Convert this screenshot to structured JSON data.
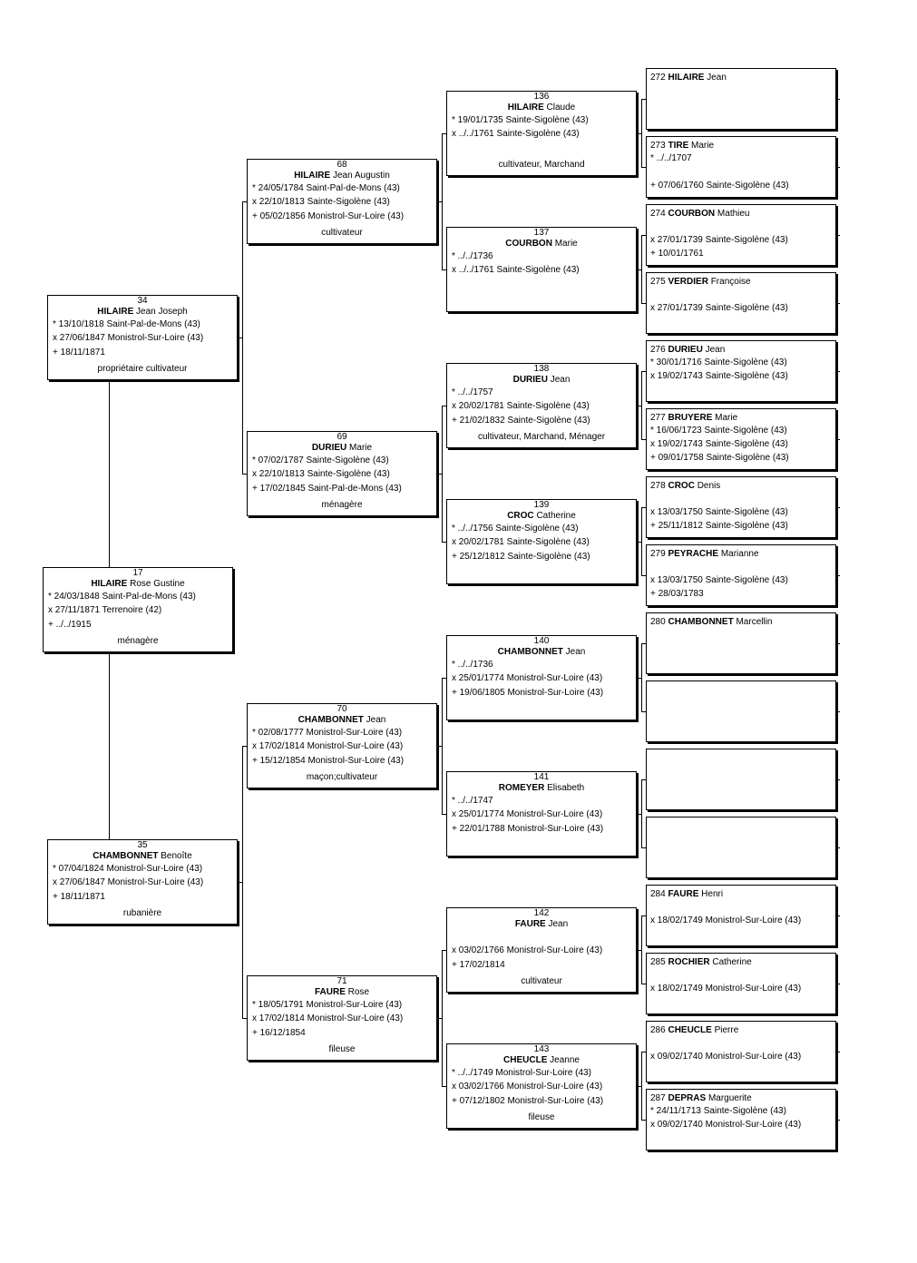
{
  "gen1": [
    {
      "num": "17",
      "surname": "HILAIRE",
      "given": "Rose Gustine",
      "birth": "* 24/03/1848 Saint-Pal-de-Mons (43)",
      "marriage": "x 27/11/1871 Terrenoire (42)",
      "death": "+ ../../1915",
      "occupation": "ménagère"
    }
  ],
  "gen2": [
    {
      "num": "34",
      "surname": "HILAIRE",
      "given": "Jean Joseph",
      "birth": "* 13/10/1818 Saint-Pal-de-Mons (43)",
      "marriage": "x 27/06/1847 Monistrol-Sur-Loire (43)",
      "death": "+ 18/11/1871",
      "occupation": "propriétaire cultivateur"
    },
    {
      "num": "35",
      "surname": "CHAMBONNET",
      "given": "Benoîte",
      "birth": "* 07/04/1824 Monistrol-Sur-Loire (43)",
      "marriage": "x 27/06/1847 Monistrol-Sur-Loire (43)",
      "death": "+ 18/11/1871",
      "occupation": "rubanière"
    }
  ],
  "gen3": [
    {
      "num": "68",
      "surname": "HILAIRE",
      "given": "Jean Augustin",
      "birth": "* 24/05/1784 Saint-Pal-de-Mons (43)",
      "marriage": "x 22/10/1813 Sainte-Sigolène (43)",
      "death": "+ 05/02/1856 Monistrol-Sur-Loire (43)",
      "occupation": "cultivateur"
    },
    {
      "num": "69",
      "surname": "DURIEU",
      "given": "Marie",
      "birth": "* 07/02/1787 Sainte-Sigolène (43)",
      "marriage": "x 22/10/1813 Sainte-Sigolène (43)",
      "death": "+ 17/02/1845 Saint-Pal-de-Mons (43)",
      "occupation": "ménagère"
    },
    {
      "num": "70",
      "surname": "CHAMBONNET",
      "given": "Jean",
      "birth": "* 02/08/1777 Monistrol-Sur-Loire (43)",
      "marriage": "x 17/02/1814 Monistrol-Sur-Loire (43)",
      "death": "+ 15/12/1854 Monistrol-Sur-Loire (43)",
      "occupation": "maçon;cultivateur"
    },
    {
      "num": "71",
      "surname": "FAURE",
      "given": "Rose",
      "birth": "* 18/05/1791 Monistrol-Sur-Loire (43)",
      "marriage": "x 17/02/1814 Monistrol-Sur-Loire (43)",
      "death": "+ 16/12/1854",
      "occupation": "fileuse"
    }
  ],
  "gen4": [
    {
      "num": "136",
      "surname": "HILAIRE",
      "given": "Claude",
      "birth": "* 19/01/1735 Sainte-Sigolène (43)",
      "marriage": "x ../../1761 Sainte-Sigolène (43)",
      "death": "",
      "occupation": "cultivateur, Marchand"
    },
    {
      "num": "137",
      "surname": "COURBON",
      "given": "Marie",
      "birth": "* ../../1736",
      "marriage": "x ../../1761 Sainte-Sigolène (43)",
      "death": "",
      "occupation": ""
    },
    {
      "num": "138",
      "surname": "DURIEU",
      "given": "Jean",
      "birth": "* ../../1757",
      "marriage": "x 20/02/1781 Sainte-Sigolène (43)",
      "death": "+ 21/02/1832 Sainte-Sigolène (43)",
      "occupation": "cultivateur, Marchand, Ménager"
    },
    {
      "num": "139",
      "surname": "CROC",
      "given": "Catherine",
      "birth": "* ../../1756 Sainte-Sigolène (43)",
      "marriage": "x 20/02/1781 Sainte-Sigolène (43)",
      "death": "+ 25/12/1812 Sainte-Sigolène (43)",
      "occupation": ""
    },
    {
      "num": "140",
      "surname": "CHAMBONNET",
      "given": "Jean",
      "birth": "* ../../1736",
      "marriage": "x 25/01/1774 Monistrol-Sur-Loire (43)",
      "death": "+ 19/06/1805 Monistrol-Sur-Loire (43)",
      "occupation": ""
    },
    {
      "num": "141",
      "surname": "ROMEYER",
      "given": "Elisabeth",
      "birth": "* ../../1747",
      "marriage": "x 25/01/1774 Monistrol-Sur-Loire (43)",
      "death": "+ 22/01/1788 Monistrol-Sur-Loire (43)",
      "occupation": ""
    },
    {
      "num": "142",
      "surname": "FAURE",
      "given": "Jean",
      "birth": "",
      "marriage": "x 03/02/1766 Monistrol-Sur-Loire (43)",
      "death": "+ 17/02/1814",
      "occupation": "cultivateur"
    },
    {
      "num": "143",
      "surname": "CHEUCLE",
      "given": "Jeanne",
      "birth": "* ../../1749 Monistrol-Sur-Loire (43)",
      "marriage": "x 03/02/1766 Monistrol-Sur-Loire (43)",
      "death": "+ 07/12/1802 Monistrol-Sur-Loire (43)",
      "occupation": "fileuse"
    }
  ],
  "gen5": [
    {
      "num": "272",
      "surname": "HILAIRE",
      "given": "Jean",
      "lines": [
        "",
        "",
        ""
      ]
    },
    {
      "num": "273",
      "surname": "TIRE",
      "given": "Marie",
      "lines": [
        "* ../../1707",
        "",
        "+ 07/06/1760 Sainte-Sigolène (43)"
      ]
    },
    {
      "num": "274",
      "surname": "COURBON",
      "given": "Mathieu",
      "lines": [
        "",
        "x 27/01/1739 Sainte-Sigolène (43)",
        "+ 10/01/1761"
      ]
    },
    {
      "num": "275",
      "surname": "VERDIER",
      "given": "Françoise",
      "lines": [
        "",
        "x 27/01/1739 Sainte-Sigolène (43)",
        ""
      ]
    },
    {
      "num": "276",
      "surname": "DURIEU",
      "given": "Jean",
      "lines": [
        "* 30/01/1716 Sainte-Sigolène (43)",
        "x 19/02/1743 Sainte-Sigolène (43)",
        ""
      ]
    },
    {
      "num": "277",
      "surname": "BRUYERE",
      "given": "Marie",
      "lines": [
        "* 16/06/1723 Sainte-Sigolène (43)",
        "x 19/02/1743 Sainte-Sigolène (43)",
        "+ 09/01/1758 Sainte-Sigolène (43)"
      ]
    },
    {
      "num": "278",
      "surname": "CROC",
      "given": "Denis",
      "lines": [
        "",
        "x 13/03/1750 Sainte-Sigolène (43)",
        "+ 25/11/1812 Sainte-Sigolène (43)"
      ]
    },
    {
      "num": "279",
      "surname": "PEYRACHE",
      "given": "Marianne",
      "lines": [
        "",
        "x 13/03/1750 Sainte-Sigolène (43)",
        "+ 28/03/1783"
      ]
    },
    {
      "num": "280",
      "surname": "CHAMBONNET",
      "given": "Marcellin",
      "lines": [
        "",
        "",
        ""
      ]
    },
    {
      "num": "",
      "surname": "",
      "given": "",
      "lines": [
        "",
        "",
        ""
      ]
    },
    {
      "num": "",
      "surname": "",
      "given": "",
      "lines": [
        "",
        "",
        ""
      ]
    },
    {
      "num": "",
      "surname": "",
      "given": "",
      "lines": [
        "",
        "",
        ""
      ]
    },
    {
      "num": "284",
      "surname": "FAURE",
      "given": "Henri",
      "lines": [
        "",
        "x 18/02/1749 Monistrol-Sur-Loire (43)",
        ""
      ]
    },
    {
      "num": "285",
      "surname": "ROCHIER",
      "given": "Catherine",
      "lines": [
        "",
        "x 18/02/1749 Monistrol-Sur-Loire (43)",
        ""
      ]
    },
    {
      "num": "286",
      "surname": "CHEUCLE",
      "given": "Pierre",
      "lines": [
        "",
        "x 09/02/1740 Monistrol-Sur-Loire (43)",
        ""
      ]
    },
    {
      "num": "287",
      "surname": "DEPRAS",
      "given": "Marguerite",
      "lines": [
        "* 24/11/1713 Sainte-Sigolène (43)",
        "x 09/02/1740 Monistrol-Sur-Loire (43)",
        ""
      ]
    }
  ]
}
